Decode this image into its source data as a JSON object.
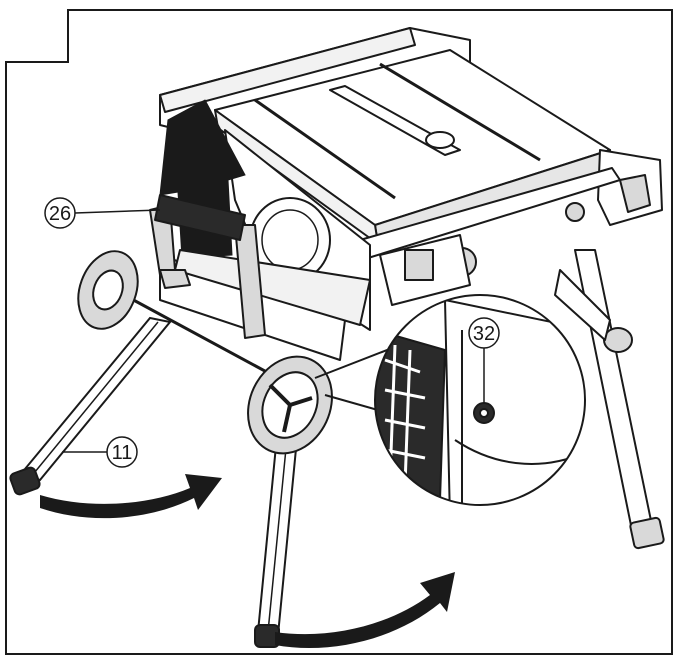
{
  "callouts": {
    "handle": "26",
    "leg": "11",
    "knob": "32"
  },
  "colors": {
    "line": "#1a1a1a",
    "body": "#ffffff",
    "shade": "#d9d9d9",
    "dark": "#2a2a2a"
  },
  "icons": [
    "lift-arrow-icon",
    "rotate-arrow-icon",
    "wheel-icon",
    "magnifier-detail-icon"
  ]
}
